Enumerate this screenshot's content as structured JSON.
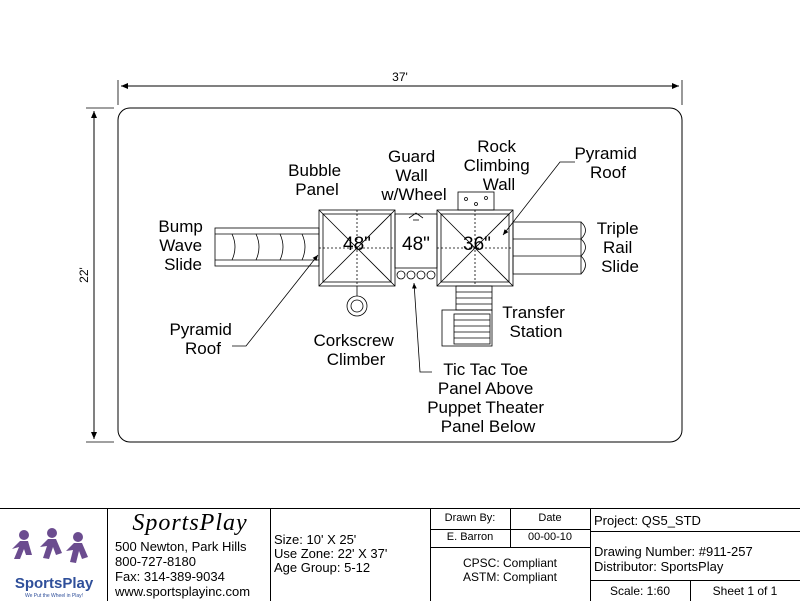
{
  "dimensions": {
    "width": "37'",
    "height": "22'"
  },
  "deck_heights": [
    "48\"",
    "48\"",
    "36\""
  ],
  "labels": {
    "bubble_panel": [
      "Bubble",
      "Panel"
    ],
    "guard_wall": [
      "Guard",
      "Wall",
      "w/Wheel"
    ],
    "rock_wall": [
      "Rock",
      "Climbing",
      "Wall"
    ],
    "pyramid_roof_top": [
      "Pyramid",
      "Roof"
    ],
    "bump_wave_slide": [
      "Bump",
      "Wave",
      "Slide"
    ],
    "triple_rail_slide": [
      "Triple",
      "Rail",
      "Slide"
    ],
    "transfer_station": [
      "Transfer",
      "Station"
    ],
    "pyramid_roof_left": [
      "Pyramid",
      "Roof"
    ],
    "corkscrew": [
      "Corkscrew",
      "Climber"
    ],
    "tic_tac_toe": [
      "Tic Tac Toe",
      "Panel Above",
      "Puppet Theater",
      "Panel Below"
    ]
  },
  "title_block": {
    "logo_script": "SportsPlay",
    "logo_brand": "SportsPlay",
    "logo_tagline": "We Put the Wheel in Play!",
    "address": [
      "500 Newton, Park Hills",
      "800-727-8180",
      "Fax: 314-389-9034",
      "www.sportsplayinc.com"
    ],
    "specs": [
      "Size: 10' X 25'",
      "Use Zone: 22' X 37'",
      "Age Group: 5-12"
    ],
    "drawn_by_label": "Drawn By:",
    "date_label": "Date",
    "drawn_by": "E. Barron",
    "date": "00-00-10",
    "compliance": [
      "CPSC: Compliant",
      "ASTM: Compliant"
    ],
    "project": "Project: QS5_STD",
    "drawing_number": "Drawing Number: #911-257",
    "distributor": "Distributor: SportsPlay",
    "scale": "Scale: 1:60",
    "sheet": "Sheet 1 of 1"
  },
  "colors": {
    "line": "#000000",
    "logo_purple": "#6b4c8f",
    "logo_blue": "#2f4f9a"
  }
}
